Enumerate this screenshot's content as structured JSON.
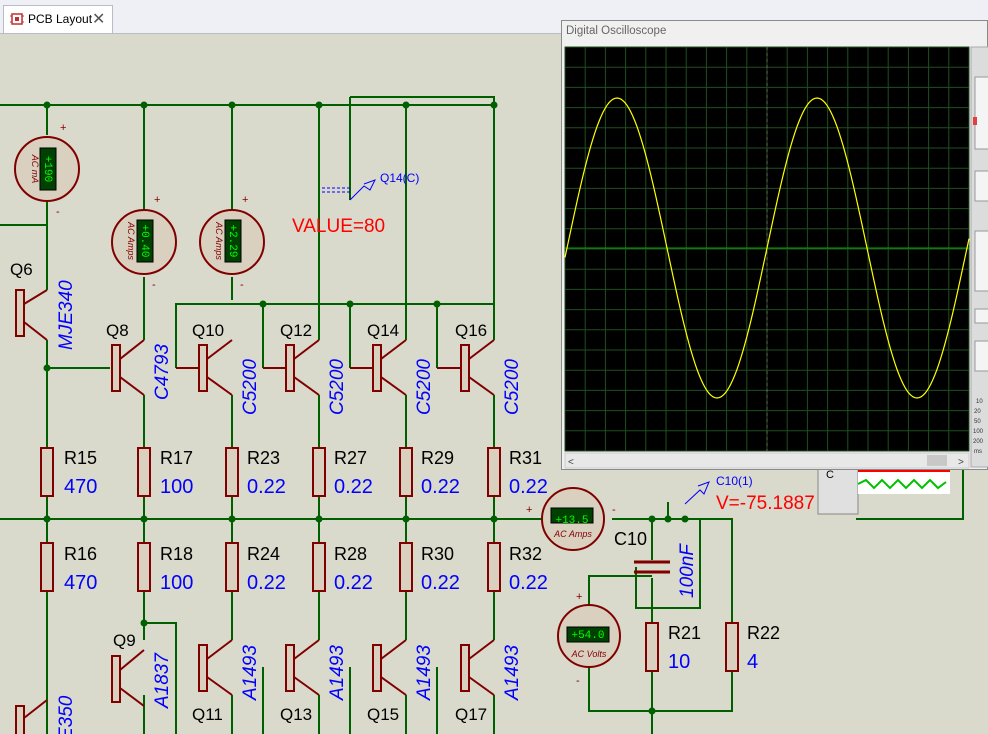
{
  "tab": {
    "title": "PCB Layout",
    "close": "✕",
    "icon": "pcb-icon"
  },
  "scope": {
    "title": "Digital Oscilloscope",
    "side_ticks": [
      "10",
      "20",
      "50",
      "100",
      "200",
      "ms"
    ]
  },
  "meters": {
    "m1": {
      "value": "+190",
      "unit": "AC mA"
    },
    "m2": {
      "value": "+0.40",
      "unit": "AC Amps"
    },
    "m3": {
      "value": "+2.29",
      "unit": "AC Amps"
    },
    "m4": {
      "value": "+13.5",
      "unit": "AC Amps"
    },
    "m5": {
      "value": "+54.0",
      "unit": "AC Volts"
    }
  },
  "probes": {
    "q14": {
      "label": "Q14(C)",
      "value": "VALUE=80"
    },
    "c10": {
      "label": "C10(1)",
      "value": "V=-75.1887"
    }
  },
  "transistors": {
    "q6": {
      "name": "Q6",
      "part": "MJE340"
    },
    "q8": {
      "name": "Q8",
      "part": "C4793"
    },
    "q10": {
      "name": "Q10",
      "part": "C5200"
    },
    "q12": {
      "name": "Q12",
      "part": "C5200"
    },
    "q14": {
      "name": "Q14",
      "part": "C5200"
    },
    "q16": {
      "name": "Q16",
      "part": "C5200"
    },
    "q9": {
      "name": "Q9",
      "part": "A1837"
    },
    "q11": {
      "name": "Q11",
      "part": "A1493"
    },
    "q13": {
      "name": "Q13",
      "part": "A1493"
    },
    "q15": {
      "name": "Q15",
      "part": "A1493"
    },
    "q17": {
      "name": "Q17",
      "part": "A1493"
    },
    "q7": {
      "part": "E350"
    }
  },
  "resistors": {
    "r15": {
      "name": "R15",
      "value": "470"
    },
    "r17": {
      "name": "R17",
      "value": "100"
    },
    "r23": {
      "name": "R23",
      "value": "0.22"
    },
    "r27": {
      "name": "R27",
      "value": "0.22"
    },
    "r29": {
      "name": "R29",
      "value": "0.22"
    },
    "r31": {
      "name": "R31",
      "value": "0.22"
    },
    "r16": {
      "name": "R16",
      "value": "470"
    },
    "r18": {
      "name": "R18",
      "value": "100"
    },
    "r24": {
      "name": "R24",
      "value": "0.22"
    },
    "r28": {
      "name": "R28",
      "value": "0.22"
    },
    "r30": {
      "name": "R30",
      "value": "0.22"
    },
    "r32": {
      "name": "R32",
      "value": "0.22"
    },
    "r21": {
      "name": "R21",
      "value": "10"
    },
    "r22": {
      "name": "R22",
      "value": "4"
    }
  },
  "capacitor": {
    "name": "C10",
    "value": "100nF"
  },
  "colors": {
    "wire": "#006000",
    "component": "#800000",
    "label_blue": "#0000ff",
    "probe_red": "#ff0000",
    "trace": "#ffff00",
    "scope_bg": "#000000",
    "grid": "#1d4a1d"
  }
}
